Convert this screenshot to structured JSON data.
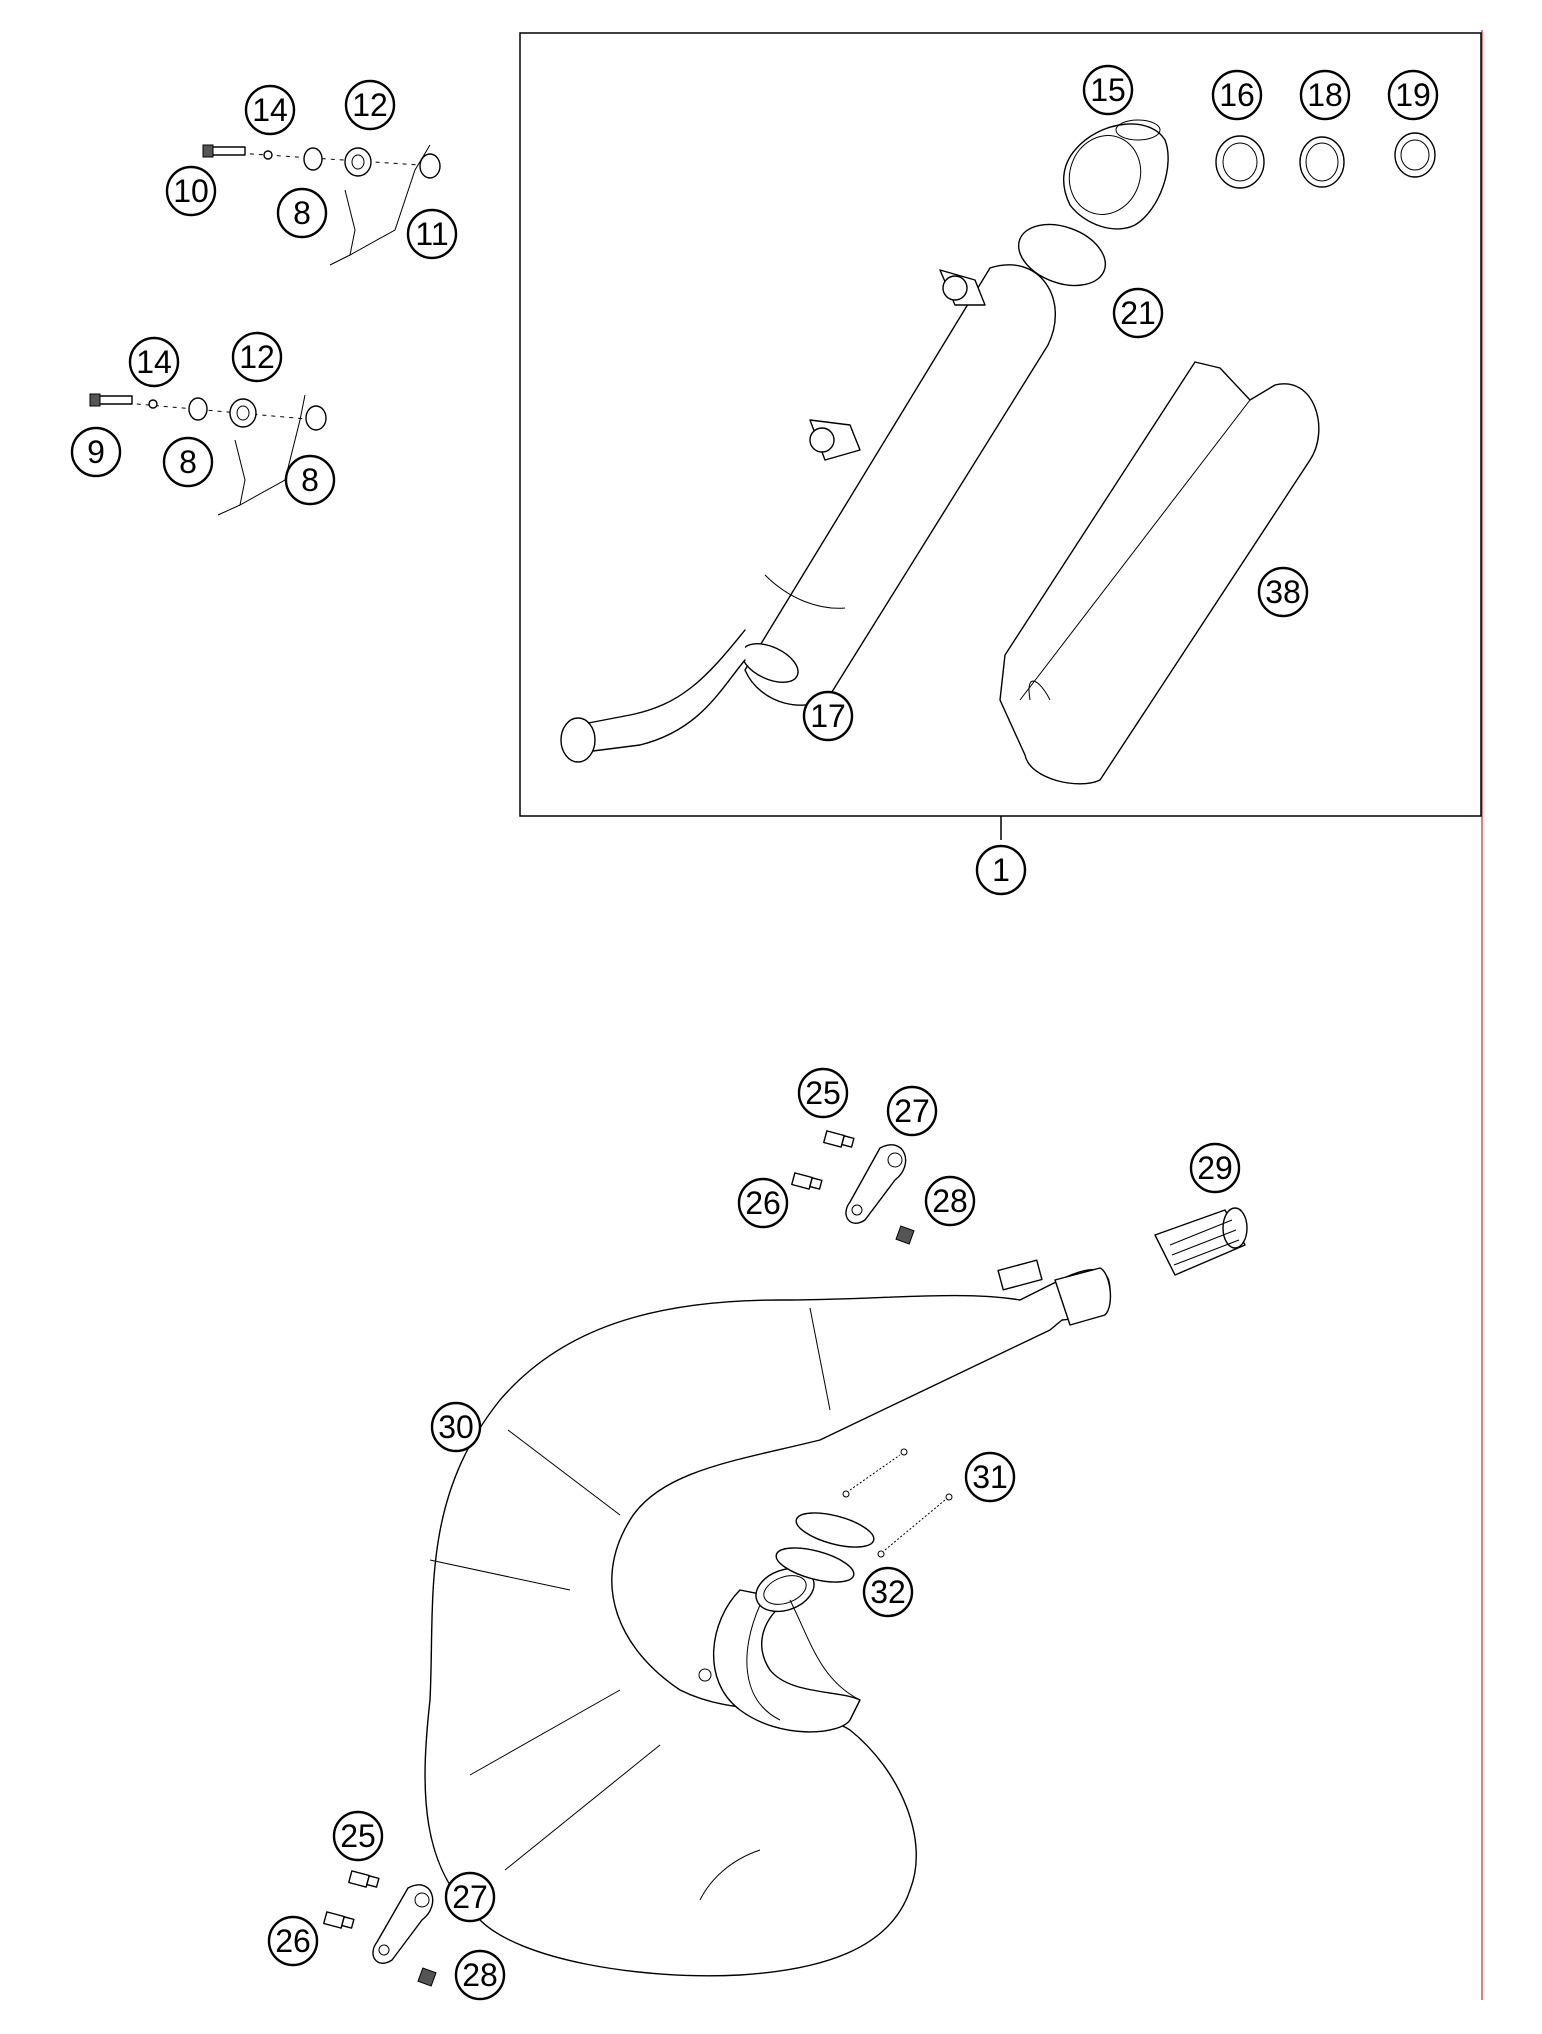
{
  "diagram": {
    "callouts": {
      "c1": "1",
      "c8a": "8",
      "c8b": "8",
      "c8c": "8",
      "c9": "9",
      "c10": "10",
      "c11": "11",
      "c12a": "12",
      "c12b": "12",
      "c14a": "14",
      "c14b": "14",
      "c15": "15",
      "c16": "16",
      "c17": "17",
      "c18": "18",
      "c19": "19",
      "c21": "21",
      "c25a": "25",
      "c25b": "25",
      "c26a": "26",
      "c26b": "26",
      "c27a": "27",
      "c27b": "27",
      "c28a": "28",
      "c28b": "28",
      "c29": "29",
      "c30": "30",
      "c31": "31",
      "c32": "32",
      "c38": "38"
    },
    "colors": {
      "line": "#000000",
      "background": "#ffffff",
      "border_accent": "#e05050"
    }
  }
}
